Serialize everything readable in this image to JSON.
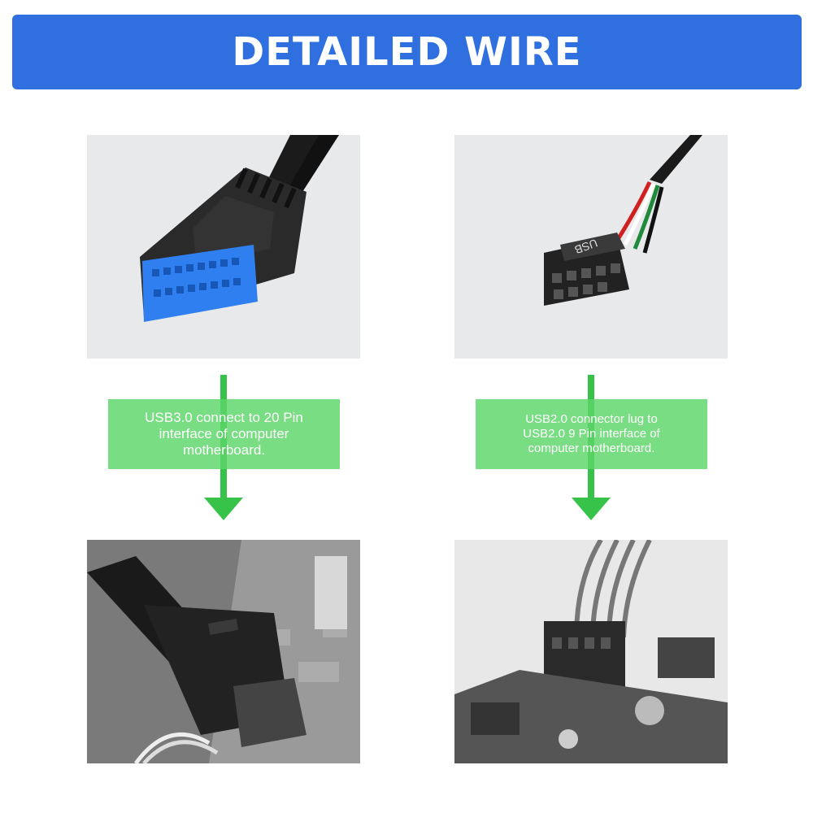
{
  "banner": {
    "title": "DETAILED WIRE"
  },
  "left_column": {
    "caption": "USB3.0 connect to 20 Pin\ninterface of computer\nmotherboard."
  },
  "right_column": {
    "caption": "USB2.0 connector lug to\nUSB2.0 9 Pin interface of\ncomputer motherboard.",
    "connector_label": "USB"
  },
  "colors": {
    "banner": "#2f6fe0",
    "arrow": "#37c24a",
    "connector_blue": "#2f7ff0"
  },
  "icons": [
    "usb3-20pin-connector-photo",
    "usb2-9pin-connector-photo",
    "motherboard-usb3-photo",
    "motherboard-usb2-photo"
  ]
}
